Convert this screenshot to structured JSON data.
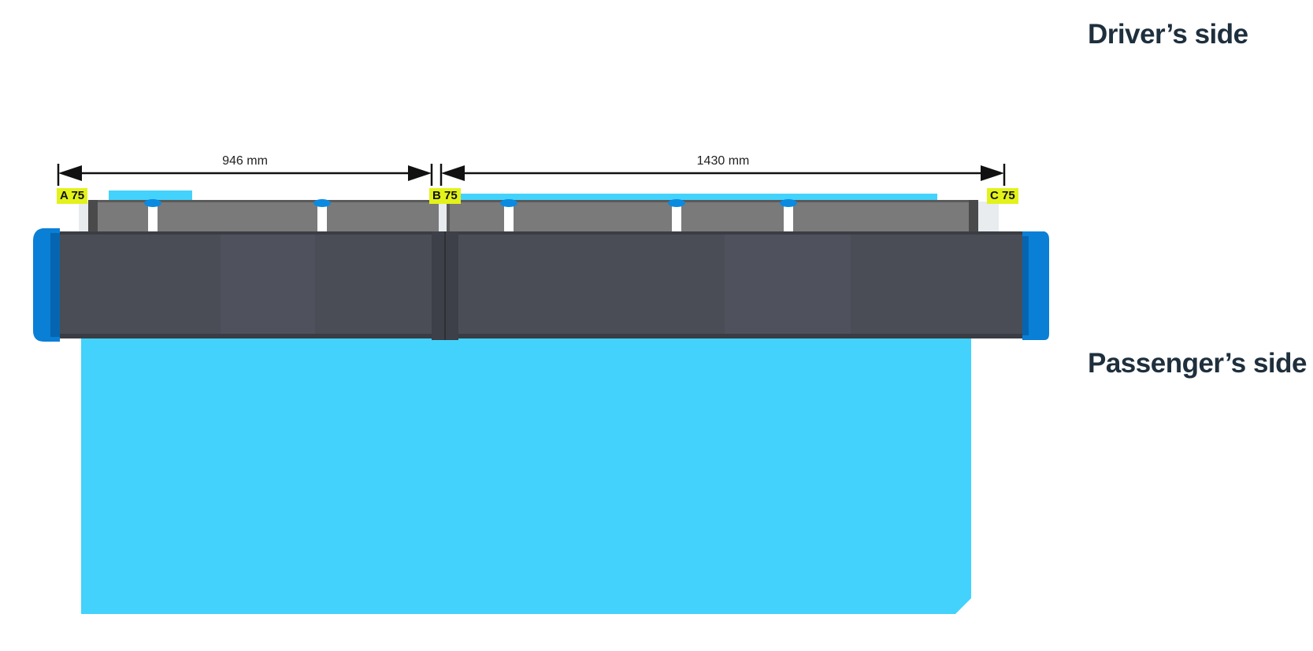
{
  "labels": {
    "driver_side": "Driver’s side",
    "passenger_side": "Passenger’s side"
  },
  "dimensions": {
    "a_to_b": "946 mm",
    "b_to_c": "1430 mm"
  },
  "mount_points": {
    "a": "A 75",
    "b": "B 75",
    "c": "C 75"
  },
  "colors": {
    "cargo_box": "#43d2fb",
    "rail_dark": "#4a4d56",
    "crossbar_gray": "#7a7a7a",
    "end_cap_blue": "#0a7fd6",
    "tag_yellow": "#e3f21a",
    "label_text": "#1e2f3d"
  }
}
